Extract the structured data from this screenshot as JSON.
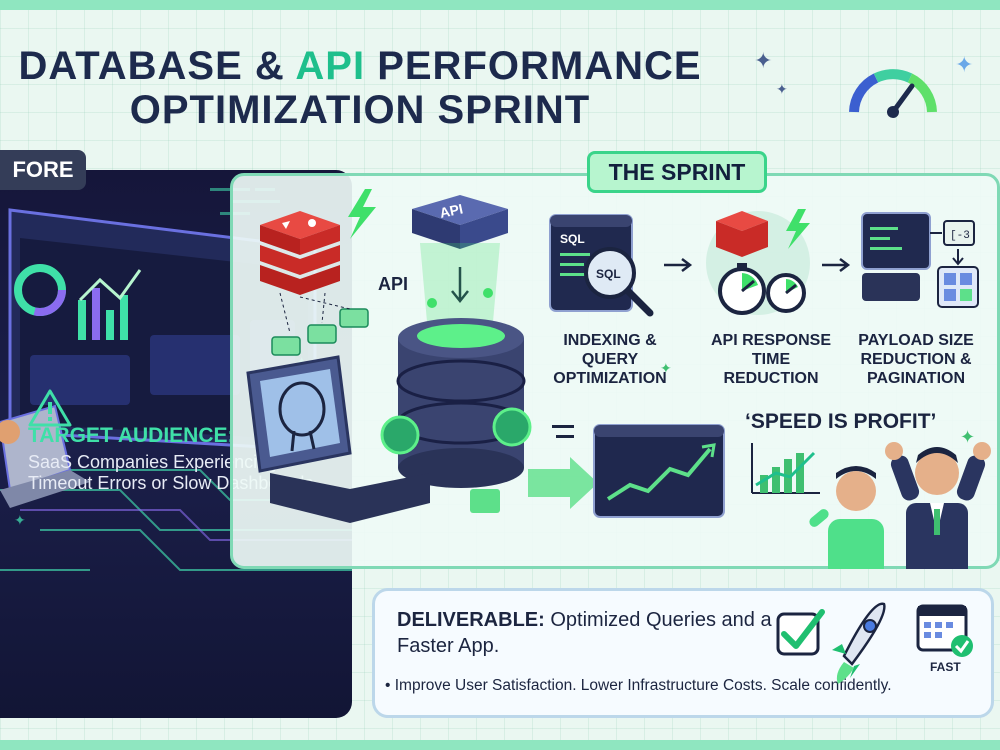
{
  "title": {
    "line1_part1": "DATABASE & ",
    "line1_accent": "API",
    "line1_part2": " PERFORMANCE",
    "line2": "OPTIMIZATION SPRINT"
  },
  "before": {
    "badge": "FORE",
    "target_audience_title": "TARGET AUDIENCE:",
    "target_audience_text": "SaaS Companies Experiencing Timeout Errors or Slow Dashboards"
  },
  "sprint": {
    "badge": "THE SPRINT",
    "api_label": "API",
    "api_box_label": "API",
    "sql_label": "SQL",
    "steps": [
      {
        "label": "INDEXING & QUERY OPTIMIZATION"
      },
      {
        "label": "API RESPONSE TIME REDUCTION"
      },
      {
        "label": "PAYLOAD SIZE REDUCTION & PAGINATION"
      }
    ],
    "quote": "‘SPEED IS PROFIT’"
  },
  "deliverable": {
    "label": "DELIVERABLE:",
    "text": " Optimized Queries and a Faster App.",
    "bullet": "• Improve User Satisfaction. Lower Infrastructure Costs. Scale confidently.",
    "fast_label": "FAST"
  },
  "colors": {
    "accent_green": "#1fbf8c",
    "navy": "#1d2a4d",
    "panel_dark": "#15163a",
    "redis_red": "#d8302d"
  },
  "icons": [
    "sparkle-icon",
    "gauge-icon",
    "warning-icon",
    "redis-icon",
    "lightning-icon",
    "api-box-icon",
    "database-icon",
    "postgres-elephant-icon",
    "sql-search-icon",
    "stopwatch-icon",
    "code-window-icon",
    "chart-window-icon",
    "checkbox-icon",
    "rocket-icon",
    "calendar-icon"
  ]
}
